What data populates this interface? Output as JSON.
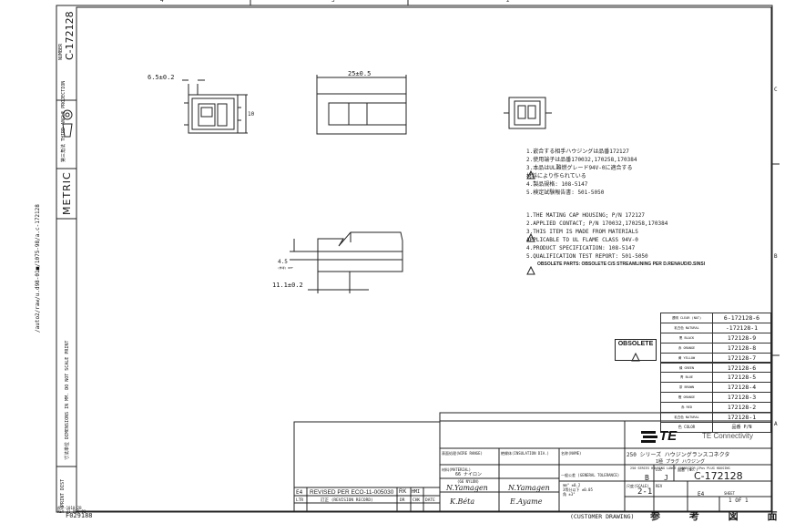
{
  "document": {
    "zone_numbers": [
      "4",
      "3",
      "2"
    ],
    "zone_letters": [
      "C",
      "B",
      "A"
    ],
    "side_path": "/auto2/raw/u.d98-01■/1075-98/a.c-172128",
    "doc_no": "NUMBER",
    "doc_no_value": "C-172128",
    "projection_label": "第三角法 THIRD ANGLE PROJECTION",
    "metric": "METRIC",
    "units_note": "寸法単位 DIMENSIONS IN MM. DO NOT SCALE PRINT",
    "print_dist": "PRINT DIST",
    "amp_code": "AMP-1010-2B",
    "rev_code": "REV 31 DEC 91",
    "file_no": "F029188",
    "dims": {
      "d1": "6.5±0.2",
      "d2": "25±0.5",
      "d3": "10",
      "d4": "4.5",
      "d4_sub": "(参考) REF",
      "d5": "11.1±0.2"
    },
    "notes_jp": [
      "1.嵌合する相手ハウジングは品番172127",
      "2.使用端子は品番170032,170258,170384",
      "3.本品はUL難燃グレード94V-0に適合する",
      "  材料により作られている",
      "4.製品規格: 108-5147",
      "5.検定試験報告書: 501-5050"
    ],
    "notes_en": [
      "1.THE MATING CAP HOUSING; P/N 172127",
      "2.APPLIED CONTACT; P/N 170032,170258,170384",
      "3.THIS ITEM IS MADE FROM MATERIALS",
      "  APPLICABLE TO UL FLAME CLASS 94V-0",
      "4.PRODUCT SPECIFICATION: 108-5147",
      "5.QUALIFICATION TEST REPORT: 501-5050"
    ],
    "note_obsolete": "OBSOLETE PARTS: OBSOLETE C/S STREAMLINING PER D.RENAUD/D.SINSI",
    "obsolete_label": "OBSOLETE",
    "color_table": {
      "rows": [
        {
          "color": "透明 CLEAR (NAT)",
          "part": "6-172128-6"
        },
        {
          "color": "乳白色 NATURAL",
          "part": "-172128-1"
        },
        {
          "color": "黒 BLACK",
          "part": "172128-9"
        },
        {
          "color": "赤 ORANGE",
          "part": "172128-8"
        },
        {
          "color": "黄 YELLOW",
          "part": "172128-7"
        },
        {
          "color": "緑 GREEN",
          "part": "172128-6"
        },
        {
          "color": "青 BLUE",
          "part": "172128-5"
        },
        {
          "color": "茶 BROWN",
          "part": "172128-4"
        },
        {
          "color": "橙 ORANGE",
          "part": "172128-3"
        },
        {
          "color": "赤 RED",
          "part": "172128-2"
        },
        {
          "color": "乳白色 NATURAL",
          "part": "172128-1"
        }
      ],
      "header_color": "色 COLOR",
      "header_part": "品番 P/N"
    },
    "title_block": {
      "company": "TE Connectivity",
      "logo": "TE",
      "name_label": "名称(NAME)",
      "title_jp": "250 シリーズ ハウジングランスコネクタ",
      "title_jp2": "1極 プラグ ハウジング",
      "title_en": "250 SERIES HOUSING LANCE CONNECTOR 1Pos PLUG HOUSING",
      "finish_label": "表面処理(WIRE RANGE)",
      "insulation_label": "絶縁体(INSULATION DIA.)",
      "material_label": "材料(MATERIAL)",
      "material_value": "66 ナイロン",
      "material_value_en": "(66 NYLON)",
      "tolerance_label": "一般公差 (GENERAL TOLERANCE)",
      "tol_rows": [
        "mm° ±0.2",
        "3等分以下 ±0.05",
        "角 ±3°"
      ],
      "loc_label": "LOC",
      "loc_value": "B",
      "size_label": "",
      "size_value": "J",
      "dwg_label": "図番 (No.)",
      "dwg_value": "C-172128",
      "scale_label": "尺度(SCALE)",
      "scale_value": "2-1",
      "rev_label": "REV",
      "rev_value": "E4",
      "sheet_label": "SHEET",
      "sheet_value": "1 OF 1",
      "drawn_label": "DR",
      "chk_label": "CHK",
      "date_label": "DATE",
      "sign1": "N.Yamagen",
      "sign2": "N.Yamagen",
      "sign3": "K.Béta",
      "sign4": "E.Ayame",
      "footer_left": "(CUSTOMER DRAWING)",
      "footer_right": "参 考 図 面"
    },
    "revision": {
      "ltr": "E4",
      "desc": "REVISED PER ECO-11-005030",
      "by": "RK",
      "chk": "HMI",
      "hdr_ltr": "LTR",
      "hdr_desc": "訂正 (REVISION RECORD)",
      "hdr_dr": "DR",
      "hdr_chk": "CHK",
      "hdr_date": "DATE"
    }
  }
}
